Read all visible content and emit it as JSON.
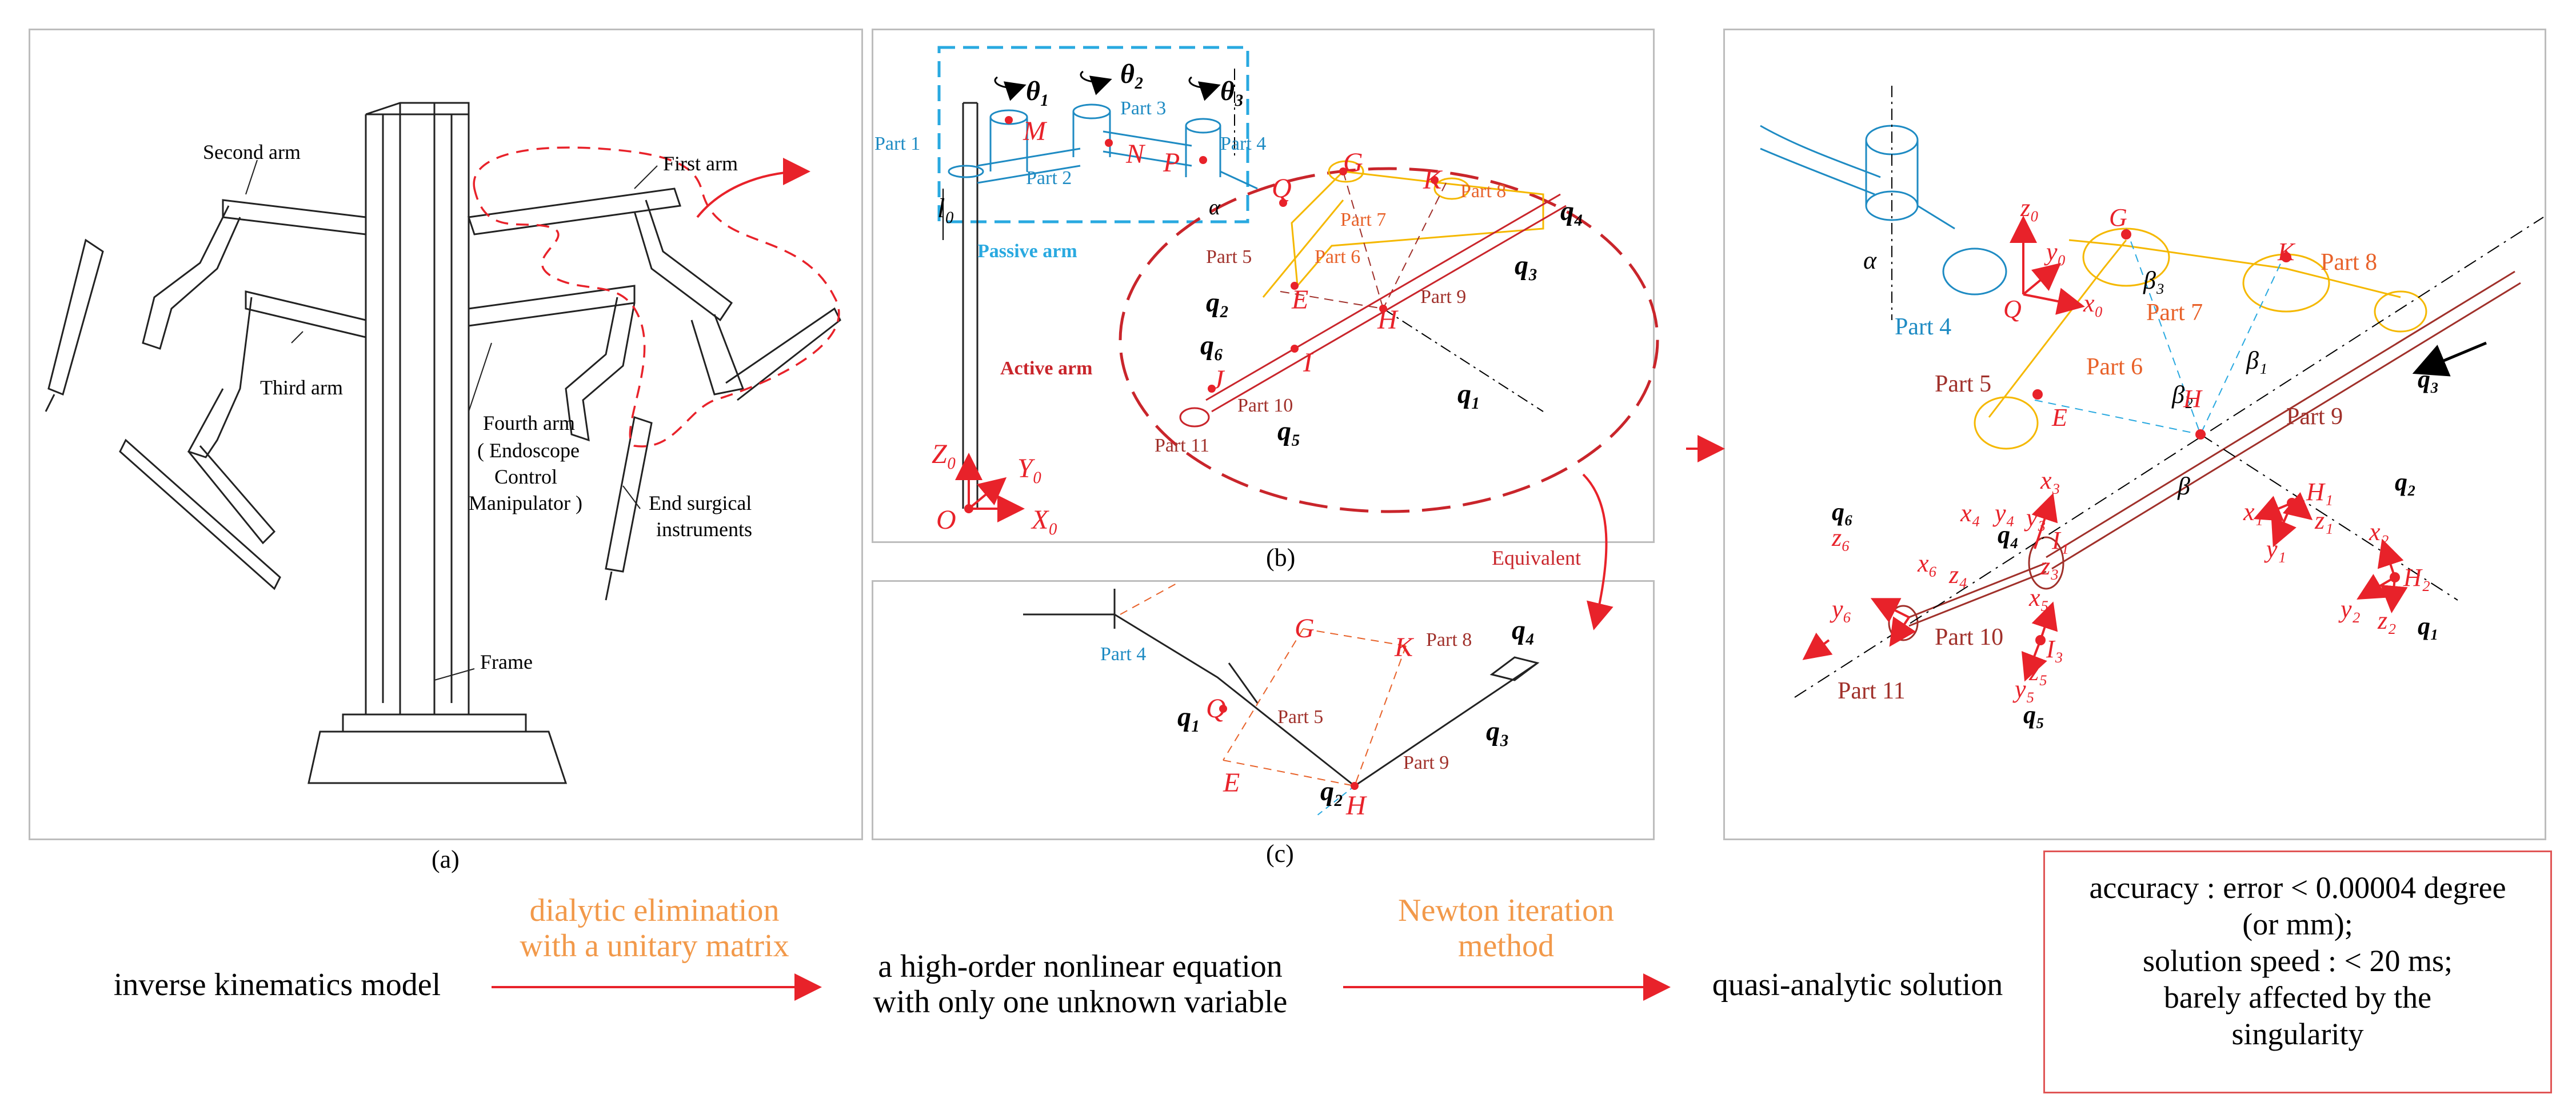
{
  "panels": {
    "a": {
      "caption": "(a)",
      "labels": {
        "second_arm": "Second arm",
        "first_arm": "First arm",
        "third_arm": "Third arm",
        "fourth_arm": "Fourth arm",
        "fourth_arm_l2": "( Endoscope",
        "fourth_arm_l3": "Control",
        "fourth_arm_l4": "Manipulator )",
        "end_surgical": "End surgical",
        "end_surgical_l2": "instruments",
        "frame": "Frame"
      }
    },
    "b": {
      "caption": "(b)",
      "labels": {
        "part1": "Part 1",
        "part2": "Part 2",
        "part3": "Part 3",
        "part4": "Part 4",
        "part5": "Part 5",
        "part6": "Part 6",
        "part7": "Part 7",
        "part8": "Part 8",
        "part9": "Part 9",
        "part10": "Part 10",
        "part11": "Part 11",
        "passive_arm": "Passive arm",
        "active_arm": "Active arm",
        "theta1": "θ₁",
        "theta2": "θ₂",
        "theta3": "θ₃",
        "M": "M",
        "N": "N",
        "P": "P",
        "Q": "Q",
        "G": "G",
        "K": "K",
        "E": "E",
        "H": "H",
        "I": "I",
        "J": "J",
        "l0": "l₀",
        "alpha": "α",
        "q1": "q₁",
        "q2": "q₂",
        "q3": "q₃",
        "q4": "q₄",
        "q5": "q₅",
        "q6": "q₆",
        "Z0": "Z₀",
        "Y0": "Y₀",
        "X0": "X₀",
        "O": "O"
      }
    },
    "c": {
      "caption": "(c)",
      "labels": {
        "part4": "Part 4",
        "part5": "Part 5",
        "part8": "Part 8",
        "part9": "Part 9",
        "G": "G",
        "K": "K",
        "E": "E",
        "H": "H",
        "Q": "Q",
        "q1": "q₁",
        "q2": "q₂",
        "q3": "q₃",
        "q4": "q₄"
      }
    },
    "d": {
      "labels": {
        "part4": "Part 4",
        "part5": "Part 5",
        "part6": "Part 6",
        "part7": "Part 7",
        "part8": "Part 8",
        "part9": "Part 9",
        "part10": "Part 10",
        "part11": "Part 11",
        "alpha": "α",
        "beta": "β",
        "beta1": "β₁",
        "beta2": "β₂",
        "beta3": "β₃",
        "G": "G",
        "K": "K",
        "E": "E",
        "H": "H",
        "Q": "Q",
        "I1": "I₁",
        "I3": "I₃",
        "H1": "H₁",
        "H2": "H₂",
        "z0": "z₀",
        "y0": "y₀",
        "x0": "x₀",
        "q1": "q₁",
        "q2": "q₂",
        "q3": "q₃",
        "q4": "q₄",
        "q5": "q₅",
        "q6": "q₆",
        "x1": "x₁",
        "y1": "y₁",
        "z1": "z₁",
        "x2": "x₂",
        "y2": "y₂",
        "z2": "z₂",
        "x3": "x₃",
        "y3": "y₃",
        "z3": "z₃",
        "x4": "x₄",
        "y4": "y₄",
        "z4": "z₄",
        "x5": "x₅",
        "y5": "y₅",
        "z5": "z₅",
        "x6": "x₆",
        "y6": "y₆",
        "z6": "z₆"
      }
    }
  },
  "equivalent_label": "Equivalent",
  "flow": {
    "step1": "inverse kinematics model",
    "arrow1_l1": "dialytic elimination",
    "arrow1_l2": "with a unitary matrix",
    "step2_l1": "a high-order nonlinear equation",
    "step2_l2": "with only one unknown variable",
    "arrow2_l1": "Newton iteration",
    "arrow2_l2": "method",
    "step3": "quasi-analytic solution",
    "result_l1": "accuracy : error < 0.00004 degree",
    "result_l2": "(or mm);",
    "result_l3": "solution speed : < 20 ms;",
    "result_l4": "barely affected by the",
    "result_l5": "singularity"
  },
  "colors": {
    "red": "#e8222a",
    "blue": "#1e8bc3",
    "cyan_dash": "#29a9e0",
    "orange": "#f2994a",
    "yellow": "#f5b800",
    "brown": "#a0302a",
    "panel_border": "#bdbdbd"
  }
}
